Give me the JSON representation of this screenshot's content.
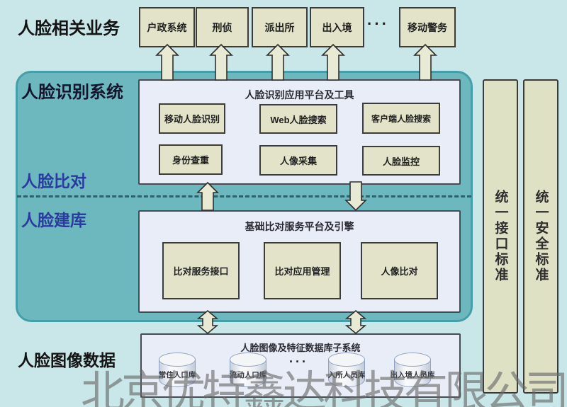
{
  "page": {
    "watermark": "北京优特鑫达科技有限公司"
  },
  "top": {
    "label": "人脸相关业务",
    "ellipsis": "···",
    "systems": [
      "户政系统",
      "刑侦",
      "派出所",
      "出入境",
      "移动警务"
    ]
  },
  "recognition": {
    "label": "人脸识别系统",
    "platform_title": "人脸识别应用平台及工具",
    "tools": [
      "移动人脸识别",
      "Web人脸搜索",
      "客户端人脸搜索",
      "身份查重",
      "人像采集",
      "人脸监控"
    ]
  },
  "compare": {
    "label": "人脸比对"
  },
  "build": {
    "label": "人脸建库"
  },
  "engine": {
    "title": "基础比对服务平台及引擎",
    "modules": [
      "比对服务接口",
      "比对应用管理",
      "人像比对"
    ]
  },
  "data_layer": {
    "label": "人脸图像数据",
    "title": "人脸图像及特征数据库子系统",
    "ellipsis": "···",
    "databases": [
      "常住人口库",
      "流动人口库",
      "入所人员库",
      "出入境人员库"
    ]
  },
  "standards": {
    "interface": "统一接口标准",
    "security": "统一安全标准"
  },
  "colors": {
    "background": "#c9e6e8",
    "teal_panel": "#6cb8be",
    "teal_border": "#43a0a8",
    "cream_box": "#e2e3c8",
    "lavender_panel": "#e9edf8",
    "navy_label": "#2b3a9e",
    "arrow_fill": "#e9ead4",
    "watermark_gray": "#676767"
  }
}
